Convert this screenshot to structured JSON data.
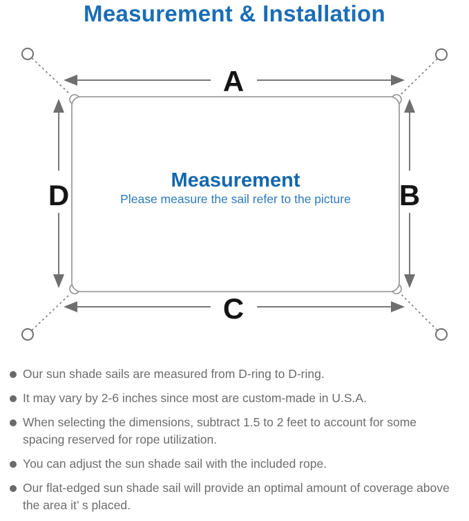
{
  "page": {
    "title": "Measurement & Installation"
  },
  "diagram": {
    "center": {
      "heading": "Measurement",
      "caption": "Please measure the sail refer to the picture"
    },
    "labels": {
      "top": "A",
      "right": "B",
      "bottom": "C",
      "left": "D"
    }
  },
  "notes": {
    "items": [
      "Our sun shade sails are measured from D-ring to D-ring.",
      "It may vary by 2-6 inches since most are custom-made in U.S.A.",
      "When selecting the dimensions, subtract 1.5 to 2 feet to account for some spacing reserved for rope utilization.",
      "You can adjust the sun shade sail with the included rope.",
      "Our flat-edged sun shade sail will provide an optimal amount of coverage above the area it’ s placed."
    ]
  },
  "colors": {
    "title_blue": "#1b6db6",
    "heading_blue": "#1467ad",
    "caption_blue": "#2e7abd",
    "note_gray": "#6c6c6c",
    "line_gray": "#787878",
    "label_black": "#141414"
  }
}
